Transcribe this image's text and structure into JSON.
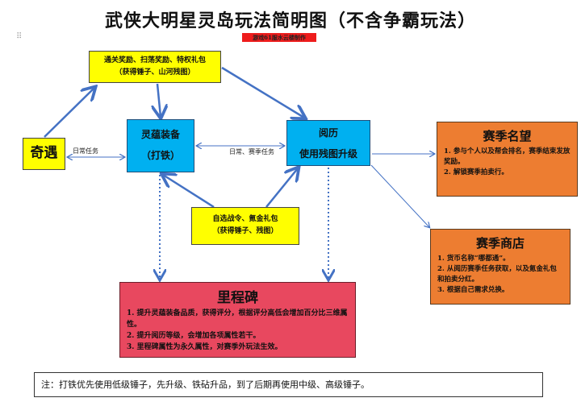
{
  "title": "武侠大明星灵岛玩法简明图（不含争霸玩法）",
  "credit": "游戏61服水云楼制作",
  "nodes": {
    "rewards_top": {
      "line1": "通关奖励、扫荡奖励、特权礼包",
      "line2": "（获得锤子、山河残图）"
    },
    "qiyu": {
      "label": "奇遇"
    },
    "lingyun": {
      "line1": "灵蕴装备",
      "line2": "（打铁）"
    },
    "yueli": {
      "line1": "阅历",
      "line2": "使用残图升级"
    },
    "rewards_bottom": {
      "line1": "自选战令、氪金礼包",
      "line2": "（获得锤子、残图）"
    },
    "season_fame": {
      "title": "赛季名望",
      "items": [
        "1. 参与个人以及帮会排名，赛季结束发放奖励。",
        "2. 解锁赛季拍卖行。"
      ]
    },
    "season_shop": {
      "title": "赛季商店",
      "items": [
        "1.  货币名称“哪都通”。",
        "2.  从阅历赛季任务获取，以及氪金礼包和拍卖分红。",
        "3.  根据自己需求兑换。"
      ]
    },
    "milestone": {
      "title": "里程碑",
      "items": [
        "1. 提升灵蕴装备品质，获得评分，根据评分高低会增加百分比三维属性。",
        "2. 提升阅历等级，会增加各项属性若干。",
        "3. 里程碑属性为永久属性，对赛季外玩法生效。"
      ]
    }
  },
  "edge_labels": {
    "daily": "日常任务",
    "daily_season": "日常、赛季任务"
  },
  "note": "注：打铁优先使用低级锤子，先升级、铁砧升品，到了后期再使用中级、高级锤子。",
  "colors": {
    "arrow": "#4472c4",
    "yellow": "#ffff00",
    "blue": "#00b0f0",
    "orange": "#ed7d31",
    "pink": "#e8485f"
  }
}
